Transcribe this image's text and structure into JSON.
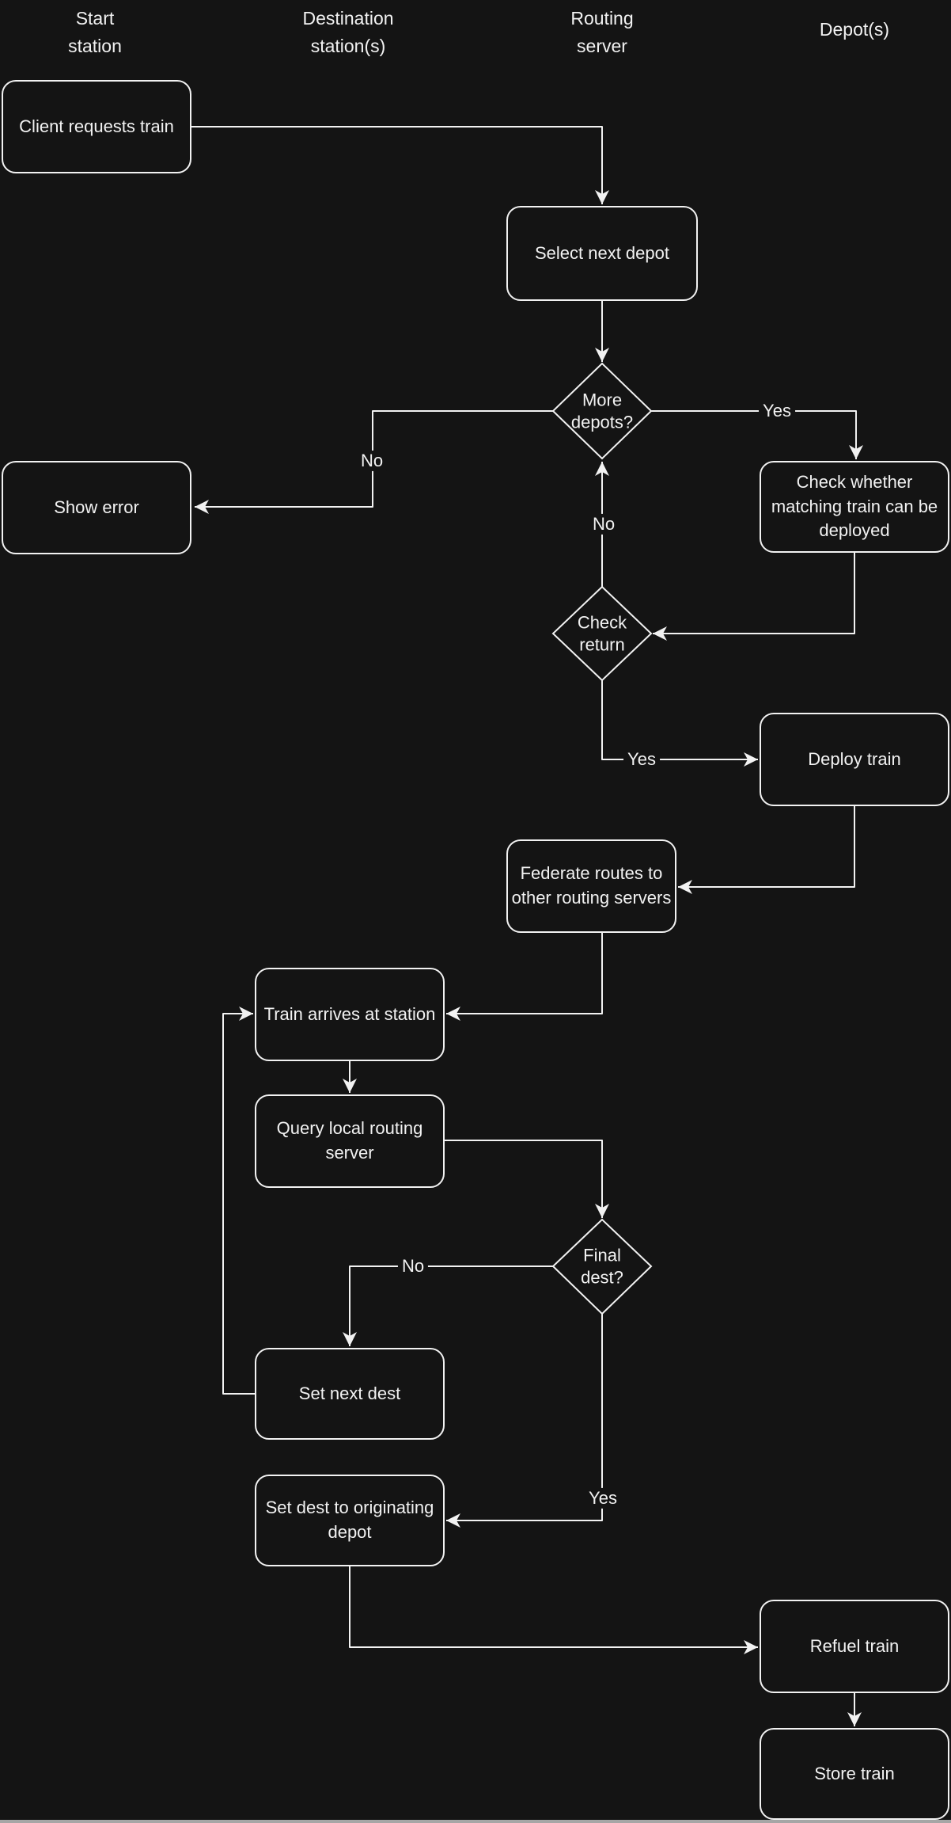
{
  "diagram": {
    "background_color": "#141414",
    "stroke_color": "#f2f2f2",
    "bottom_bar_color": "#a6a6a6"
  },
  "lanes": [
    {
      "id": "start-station",
      "label": "Start\nstation"
    },
    {
      "id": "destination-stations",
      "label": "Destination\nstation(s)"
    },
    {
      "id": "routing-server",
      "label": "Routing\nserver"
    },
    {
      "id": "depots",
      "label": "Depot(s)"
    }
  ],
  "nodes": {
    "client_requests": {
      "label": "Client requests train"
    },
    "select_next_depot": {
      "label": "Select next depot"
    },
    "more_depots": {
      "label": "More depots?"
    },
    "check_matching": {
      "label": "Check whether matching train can be deployed"
    },
    "show_error": {
      "label": "Show error"
    },
    "check_return": {
      "label": "Check return"
    },
    "deploy_train": {
      "label": "Deploy train"
    },
    "federate_routes": {
      "label": "Federate routes to other routing servers"
    },
    "train_arrives": {
      "label": "Train arrives at station"
    },
    "query_local": {
      "label": "Query local routing server"
    },
    "final_dest": {
      "label": "Final dest?"
    },
    "set_next_dest": {
      "label": "Set next dest"
    },
    "set_dest_depot": {
      "label": "Set dest to originating depot"
    },
    "refuel_train": {
      "label": "Refuel train"
    },
    "store_train": {
      "label": "Store train"
    }
  },
  "edge_labels": {
    "more_depots_yes": "Yes",
    "more_depots_no": "No",
    "check_return_no": "No",
    "check_return_yes": "Yes",
    "final_dest_no": "No",
    "final_dest_yes": "Yes"
  }
}
